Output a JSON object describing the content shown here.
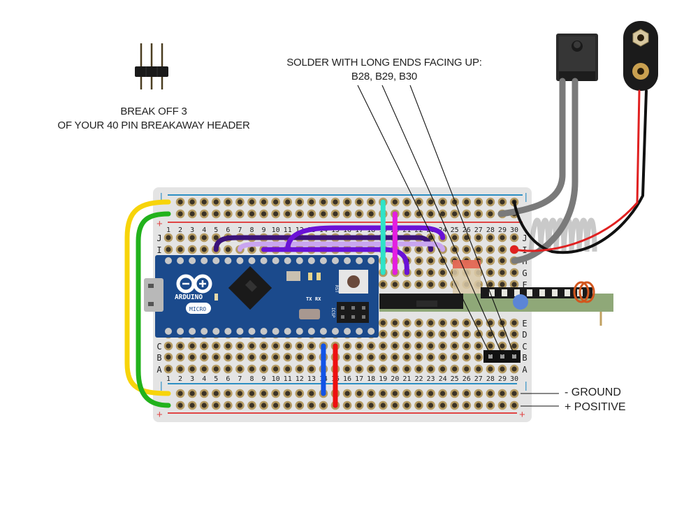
{
  "annotations": {
    "header_instruction": [
      "BREAK OFF 3",
      "OF YOUR 40 PIN BREAKAWAY HEADER"
    ],
    "solder_instruction": [
      "SOLDER WITH LONG ENDS FACING UP:",
      "B28, B29, B30"
    ],
    "ground_label": "- GROUND",
    "positive_label": "+ POSITIVE"
  },
  "breadboard": {
    "columns": [
      "1",
      "2",
      "3",
      "4",
      "5",
      "6",
      "7",
      "8",
      "9",
      "10",
      "11",
      "12",
      "13",
      "14",
      "15",
      "16",
      "17",
      "18",
      "19",
      "20",
      "21",
      "22",
      "23",
      "24",
      "25",
      "26",
      "27",
      "28",
      "29",
      "30"
    ],
    "top_rows": [
      "J",
      "I",
      "H",
      "G",
      "F"
    ],
    "bottom_rows": [
      "E",
      "D",
      "C",
      "B",
      "A"
    ],
    "rail_minus": "-",
    "rail_plus": "+",
    "board_color": "#e4e4e4",
    "hole_color": "#b59b62"
  },
  "arduino": {
    "brand": "ARDUINO",
    "model": "MICRO",
    "tx_label": "TX",
    "rx_label": "RX",
    "rst_label": "RST",
    "icsp_label": "ICSP",
    "board_color": "#1b4a8c"
  },
  "wires": [
    {
      "name": "yellow-wire",
      "color": "#f7d40a"
    },
    {
      "name": "green-wire",
      "color": "#22b21c"
    },
    {
      "name": "dark-purple-wire",
      "color": "#3c137a"
    },
    {
      "name": "lavender-wire",
      "color": "#c9a5f0"
    },
    {
      "name": "violet-wire",
      "color": "#6a12d6"
    },
    {
      "name": "cyan-wire",
      "color": "#2fe3c8"
    },
    {
      "name": "magenta-wire",
      "color": "#e41ee0"
    },
    {
      "name": "blue-wire",
      "color": "#1253e6"
    },
    {
      "name": "red-wire",
      "color": "#ee1010"
    },
    {
      "name": "gray-wire",
      "color": "#7a7a7a"
    },
    {
      "name": "black-wire",
      "color": "#111111"
    }
  ],
  "header_pins": [
    "B28",
    "B29",
    "B30"
  ]
}
